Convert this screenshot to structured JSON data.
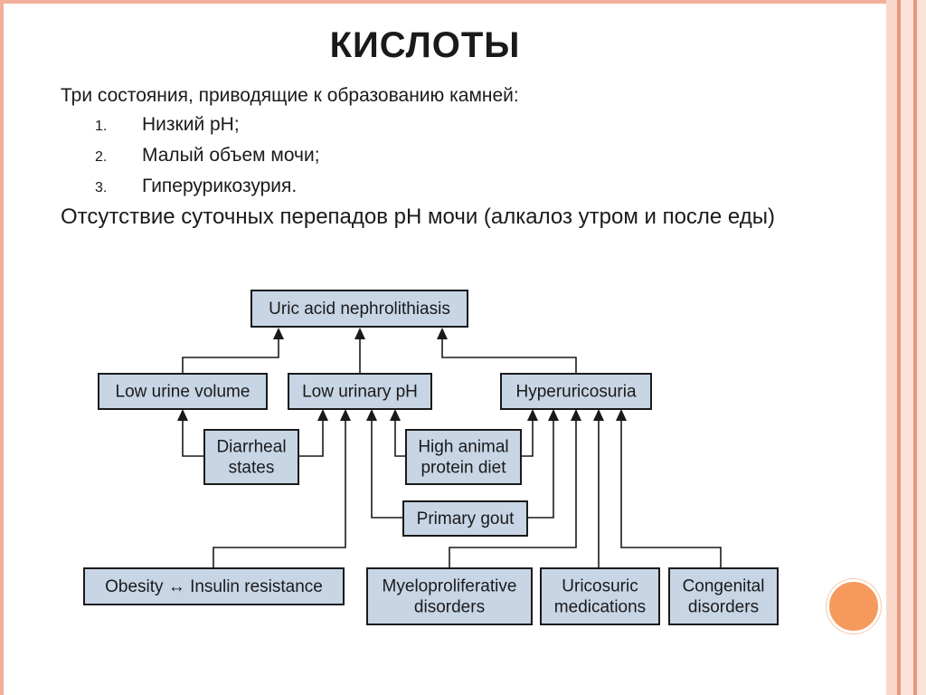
{
  "slide": {
    "title": "КИСЛОТЫ",
    "intro": "Три состояния, приводящие к образованию камней:",
    "conditions": [
      {
        "num": "1.",
        "text": "Низкий pH;"
      },
      {
        "num": "2.",
        "text": "Малый объем мочи;"
      },
      {
        "num": "3.",
        "text": "Гиперурикозурия."
      }
    ],
    "note": "Отсутствие суточных перепадов pH мочи (алкалоз утром и после еды)"
  },
  "diagram": {
    "nodes": {
      "root": [
        "Uric acid nephrolithiasis"
      ],
      "low_volume": [
        "Low urine volume"
      ],
      "low_ph": [
        "Low urinary pH"
      ],
      "hyperuricosuria": [
        "Hyperuricosuria"
      ],
      "diarrheal": [
        "Diarrheal",
        "states"
      ],
      "animal_protein": [
        "High animal",
        "protein diet"
      ],
      "gout": [
        "Primary gout"
      ],
      "obesity": [
        "Obesity ↔ Insulin resistance"
      ],
      "myelo": [
        "Myeloproliferative",
        "disorders"
      ],
      "uricosuric": [
        "Uricosuric",
        "medications"
      ],
      "congenital": [
        "Congenital",
        "disorders"
      ]
    }
  }
}
